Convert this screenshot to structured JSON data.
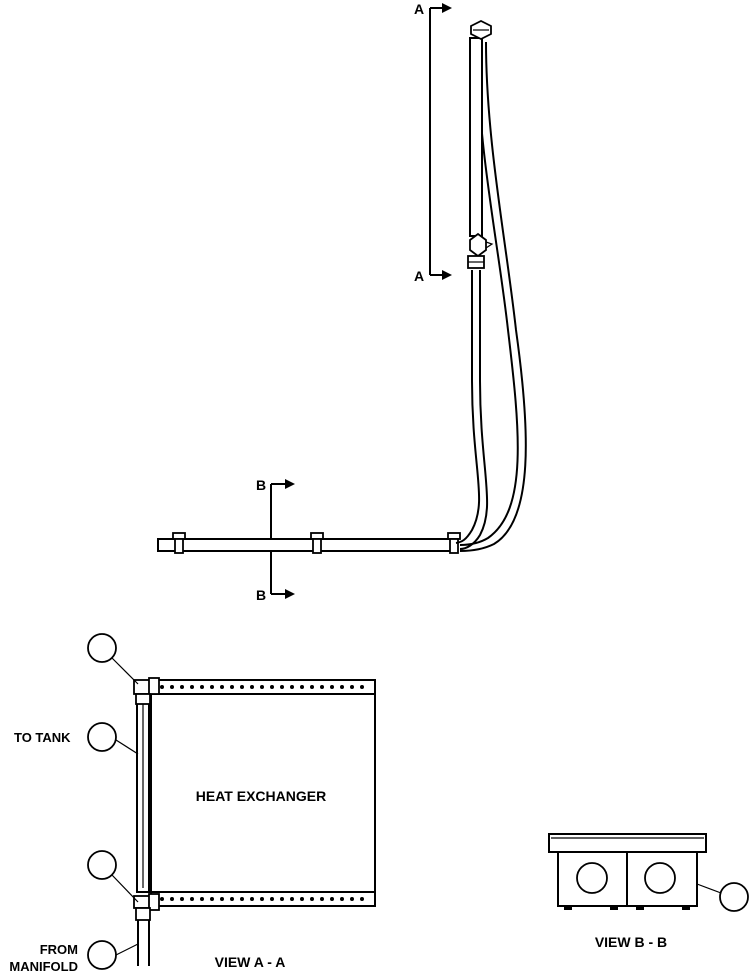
{
  "section_a": {
    "marker_top": "A",
    "marker_bottom": "A"
  },
  "section_b": {
    "marker_top": "B",
    "marker_bottom": "B"
  },
  "view_aa": {
    "component_label": "HEAT EXCHANGER",
    "to_label": "TO TANK",
    "from_label_line1": "FROM",
    "from_label_line2": "MANIFOLD",
    "caption": "VIEW A - A"
  },
  "view_bb": {
    "caption": "VIEW B - B"
  }
}
